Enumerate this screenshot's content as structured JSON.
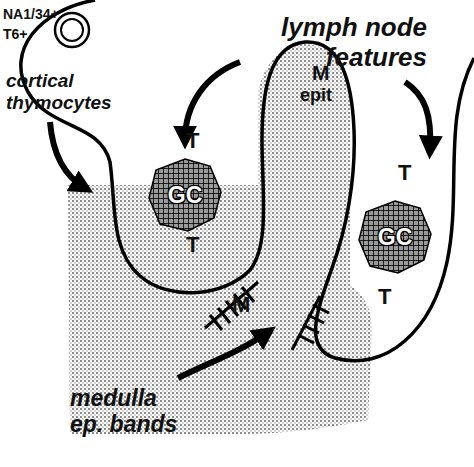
{
  "diagram": {
    "nodes": [
      {
        "text": [
          "NA1/34+",
          "T6+",
          "cortical thymocytes"
        ]
      },
      {
        "text": [
          "GC"
        ]
      },
      {
        "text": [
          "GC"
        ]
      },
      {
        "text": [
          "medulla ep. bands"
        ]
      }
    ],
    "edges": [
      {
        "from": 0,
        "to": 3,
        "arrow": "to"
      }
    ],
    "labels": [
      "lymph node features",
      "M",
      "epit",
      "T",
      "T",
      "T",
      "M",
      "T"
    ]
  }
}
